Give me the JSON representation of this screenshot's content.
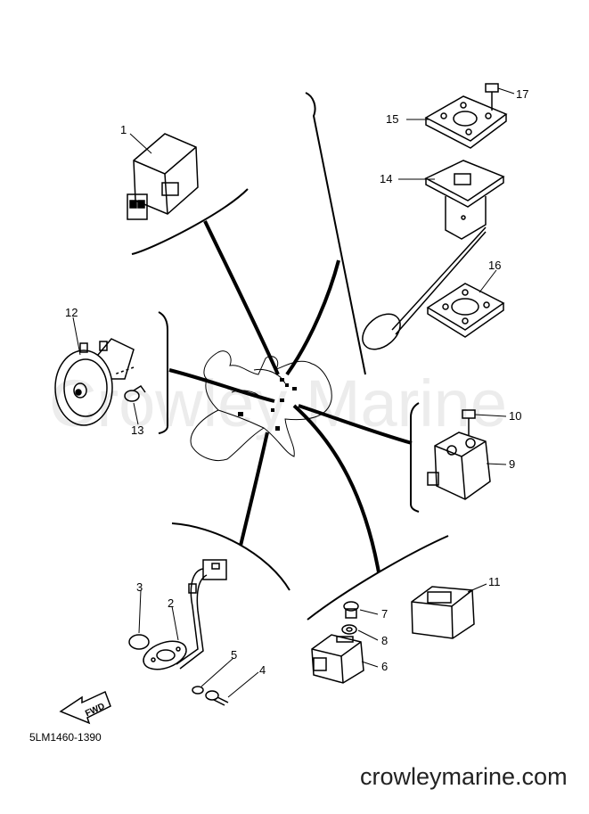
{
  "diagram": {
    "watermark": "Crowley Marine",
    "part_code": "5LM1460-1390",
    "site_url": "crowleymarine.com",
    "fwd_label": "FWD",
    "callouts": {
      "c1": "1",
      "c2": "2",
      "c3": "3",
      "c4": "4",
      "c5": "5",
      "c6": "6",
      "c7": "7",
      "c8": "8",
      "c9": "9",
      "c10": "10",
      "c11": "11",
      "c12": "12",
      "c13": "13",
      "c14": "14",
      "c15": "15",
      "c16": "16",
      "c17": "17"
    }
  }
}
